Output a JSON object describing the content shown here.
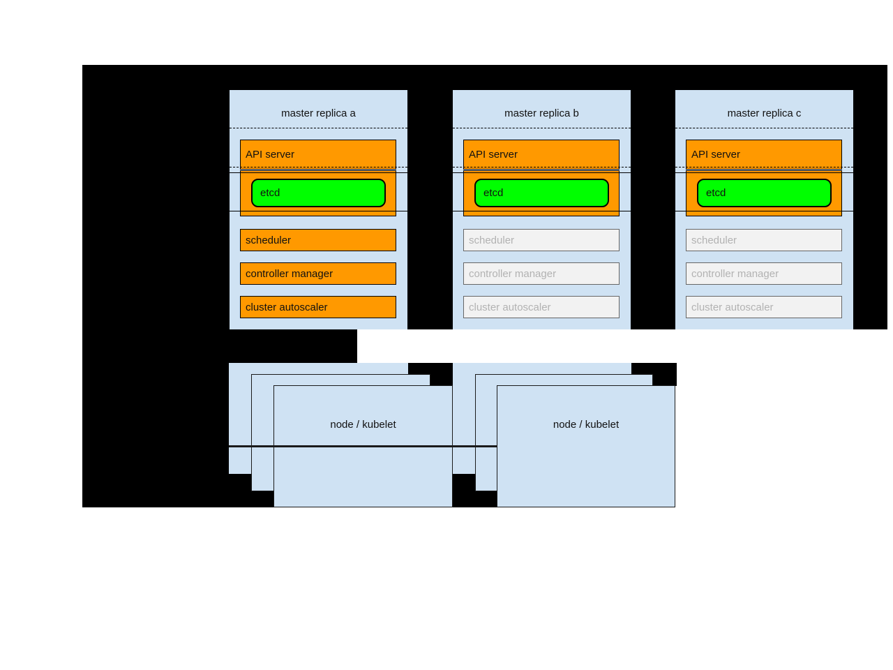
{
  "colors": {
    "background_black": "#000000",
    "panel_blue": "#cfe2f3",
    "active_orange": "#ff9900",
    "etcd_green": "#00ff00",
    "inactive_fill": "#f2f2f2",
    "inactive_border": "#666666",
    "inactive_text": "#b2b2b2"
  },
  "masters": [
    {
      "title": "master replica a",
      "state": "active",
      "components": {
        "api_server": "API server",
        "etcd": "etcd",
        "scheduler": "scheduler",
        "controller_manager": "controller manager",
        "cluster_autoscaler": "cluster autoscaler"
      }
    },
    {
      "title": "master replica b",
      "state": "standby",
      "components": {
        "api_server": "API server",
        "etcd": "etcd",
        "scheduler": "scheduler",
        "controller_manager": "controller manager",
        "cluster_autoscaler": "cluster autoscaler"
      }
    },
    {
      "title": "master replica c",
      "state": "standby",
      "components": {
        "api_server": "API server",
        "etcd": "etcd",
        "scheduler": "scheduler",
        "controller_manager": "controller manager",
        "cluster_autoscaler": "cluster autoscaler"
      }
    }
  ],
  "node_stacks": [
    {
      "label": "node / kubelet",
      "stacked_count": 3
    },
    {
      "label": "node / kubelet",
      "stacked_count": 3
    }
  ]
}
